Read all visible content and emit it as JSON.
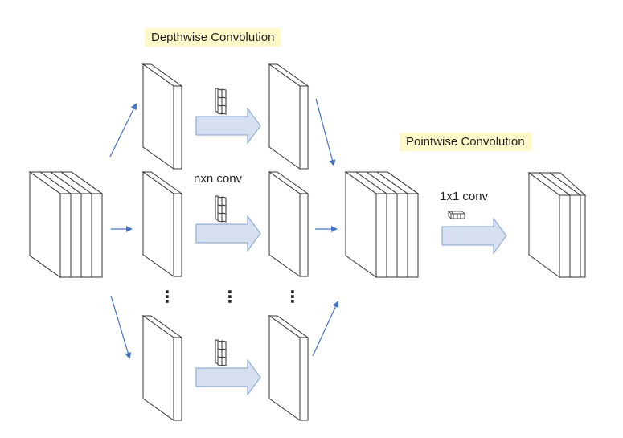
{
  "diagram": {
    "title_depthwise": "Depthwise Convolution",
    "title_pointwise": "Pointwise Convolution",
    "label_nxn": "nxn conv",
    "label_1x1": "1x1 conv",
    "ellipsis": "⋮",
    "colors": {
      "label_bg": "#fff9c9",
      "block_stroke": "#333333",
      "thin_arrow": "#4472c4",
      "fat_arrow_fill": "#d6e0f0",
      "fat_arrow_stroke": "#7f9fcf"
    },
    "input_block": {
      "name": "input-feature-map",
      "channels": 5
    },
    "depthwise_rows": [
      {
        "name": "top",
        "input_slice": "input-channel-1",
        "filter": "nxn-filter",
        "output_slice": "output-channel-1"
      },
      {
        "name": "middle",
        "input_slice": "input-channel-2",
        "filter": "nxn-filter",
        "output_slice": "output-channel-2"
      },
      {
        "name": "bottom",
        "input_slice": "input-channel-n",
        "filter": "nxn-filter",
        "output_slice": "output-channel-n"
      }
    ],
    "intermediate_block": {
      "name": "depthwise-output",
      "channels": 5
    },
    "output_block": {
      "name": "pointwise-output",
      "channels": 3
    }
  }
}
